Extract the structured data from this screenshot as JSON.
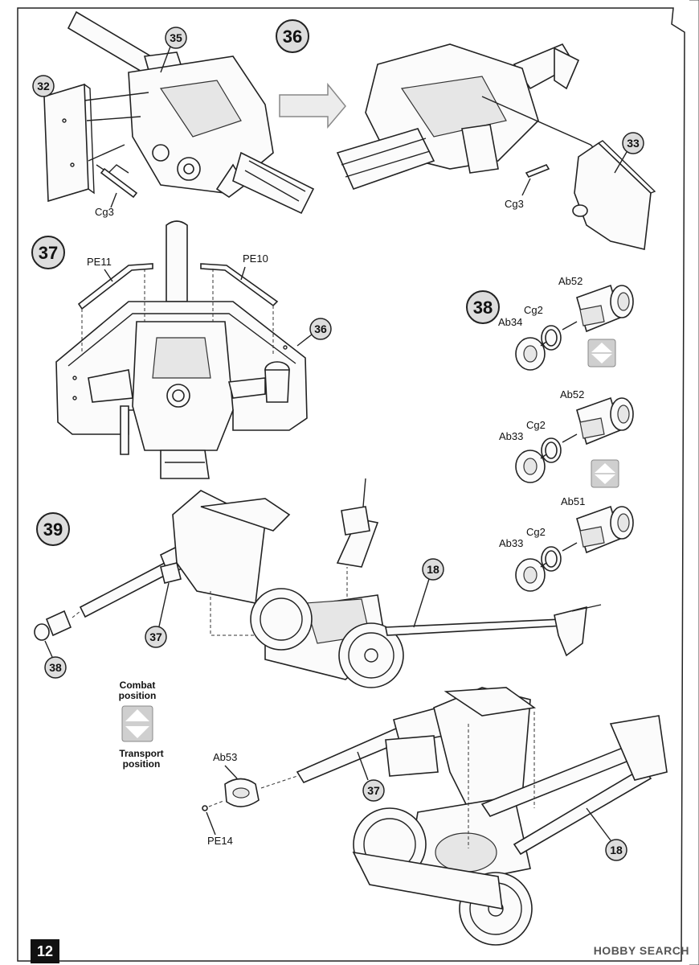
{
  "page_number": "12",
  "watermark": "HOBBY SEARCH",
  "steps": {
    "s36": "36",
    "s37": "37",
    "s38": "38",
    "s39": "39"
  },
  "callouts": {
    "c35": "35",
    "c32": "32",
    "c33": "33",
    "c36": "36",
    "c37a": "37",
    "c38": "38",
    "c18a": "18",
    "c37b": "37",
    "c18b": "18"
  },
  "part_labels": {
    "cg3_a": "Cg3",
    "cg3_b": "Cg3",
    "pe11": "PE11",
    "pe10": "PE10",
    "ab52_a": "Ab52",
    "cg2_a": "Cg2",
    "ab34": "Ab34",
    "ab52_b": "Ab52",
    "cg2_b": "Cg2",
    "ab33_a": "Ab33",
    "ab51": "Ab51",
    "cg2_c": "Cg2",
    "ab33_b": "Ab33",
    "ab53": "Ab53",
    "pe14": "PE14"
  },
  "legend": {
    "combat_line1": "Combat",
    "combat_line2": "position",
    "transport_line1": "Transport",
    "transport_line2": "position"
  },
  "icons": {
    "next_step_arrow": "arrow-right-icon",
    "rotate_symbol": "rotate-updown-icon"
  }
}
